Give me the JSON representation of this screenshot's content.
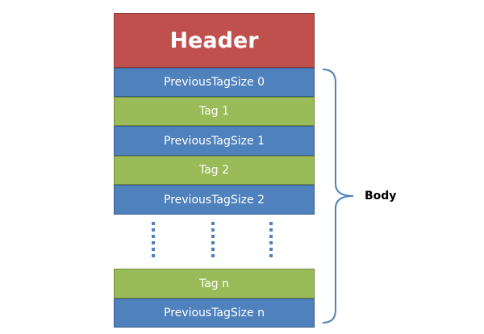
{
  "diagram": {
    "header": "Header",
    "rows": [
      {
        "label": "PreviousTagSize 0",
        "kind": "size"
      },
      {
        "label": "Tag 1",
        "kind": "tag"
      },
      {
        "label": "PreviousTagSize 1",
        "kind": "size"
      },
      {
        "label": "Tag 2",
        "kind": "tag"
      },
      {
        "label": "PreviousTagSize 2",
        "kind": "size"
      },
      {
        "label": "Tag n",
        "kind": "tag"
      },
      {
        "label": "PreviousTagSize n",
        "kind": "size"
      }
    ],
    "brace_label": "Body",
    "colors": {
      "header": "#c0504d",
      "size": "#4f81bd",
      "tag": "#9bbb59"
    }
  }
}
